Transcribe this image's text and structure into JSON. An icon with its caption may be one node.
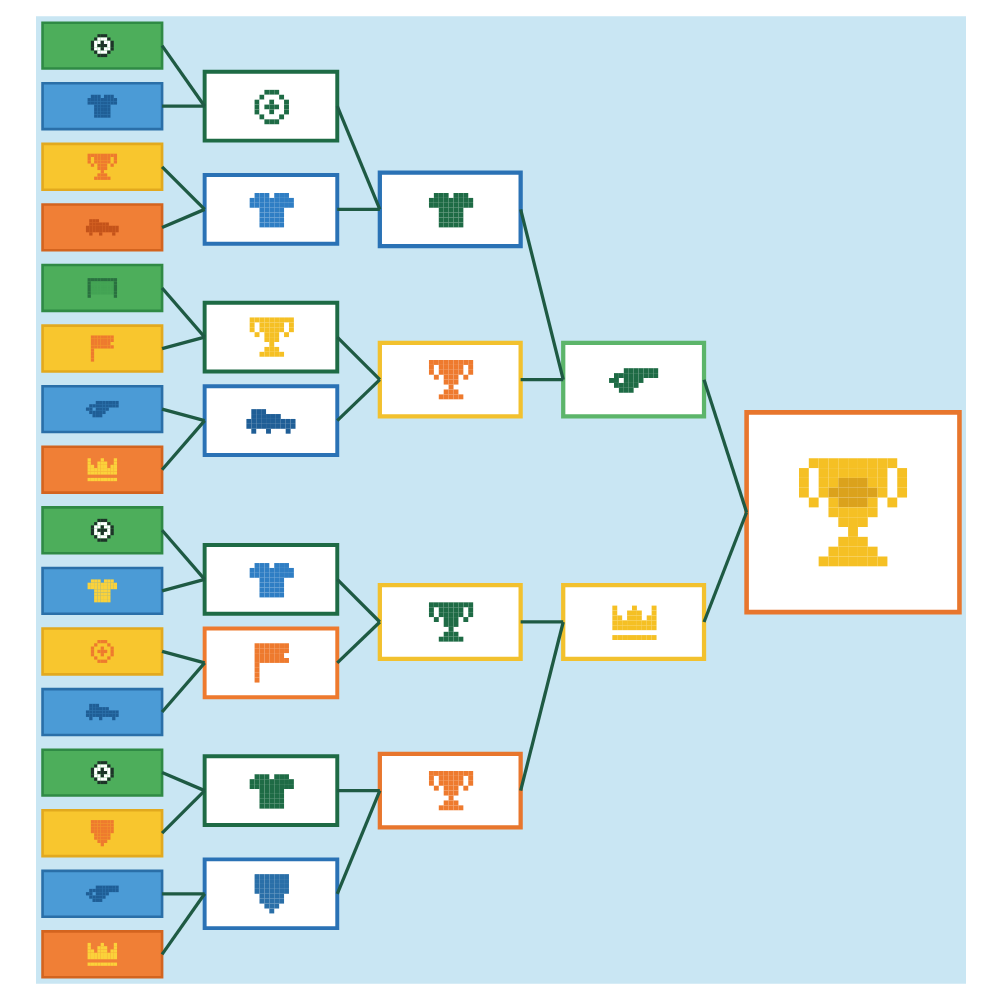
{
  "diagram": {
    "nodes": [
      {
        "text": [],
        "shape": "box"
      },
      {
        "text": [],
        "shape": "box"
      },
      {
        "text": [],
        "shape": "box"
      },
      {
        "text": [],
        "shape": "box"
      },
      {
        "text": [],
        "shape": "box"
      },
      {
        "text": [],
        "shape": "box"
      },
      {
        "text": [],
        "shape": "box"
      },
      {
        "text": [],
        "shape": "box"
      },
      {
        "text": [],
        "shape": "box"
      },
      {
        "text": [],
        "shape": "box"
      },
      {
        "text": [],
        "shape": "box"
      },
      {
        "text": [],
        "shape": "box"
      },
      {
        "text": [],
        "shape": "box"
      },
      {
        "text": [],
        "shape": "box"
      },
      {
        "text": [],
        "shape": "box"
      },
      {
        "text": [],
        "shape": "box"
      },
      {
        "text": [],
        "shape": "box"
      },
      {
        "text": [],
        "shape": "box"
      },
      {
        "text": [],
        "shape": "box"
      },
      {
        "text": [],
        "shape": "box"
      },
      {
        "text": [],
        "shape": "box"
      },
      {
        "text": [],
        "shape": "box"
      },
      {
        "text": [],
        "shape": "box"
      },
      {
        "text": [],
        "shape": "box"
      },
      {
        "text": [],
        "shape": "box"
      },
      {
        "text": [],
        "shape": "box"
      },
      {
        "text": [],
        "shape": "box"
      },
      {
        "text": [],
        "shape": "box"
      },
      {
        "text": [],
        "shape": "box"
      },
      {
        "text": [],
        "shape": "box"
      },
      {
        "text": [],
        "shape": "box"
      }
    ],
    "edges": [
      {
        "from": 0,
        "to": 16,
        "arrow": "none"
      },
      {
        "from": 1,
        "to": 16,
        "arrow": "none"
      },
      {
        "from": 2,
        "to": 17,
        "arrow": "none"
      },
      {
        "from": 3,
        "to": 17,
        "arrow": "none"
      },
      {
        "from": 4,
        "to": 18,
        "arrow": "none"
      },
      {
        "from": 5,
        "to": 18,
        "arrow": "none"
      },
      {
        "from": 6,
        "to": 19,
        "arrow": "none"
      },
      {
        "from": 7,
        "to": 19,
        "arrow": "none"
      },
      {
        "from": 8,
        "to": 20,
        "arrow": "none"
      },
      {
        "from": 9,
        "to": 20,
        "arrow": "none"
      },
      {
        "from": 10,
        "to": 21,
        "arrow": "none"
      },
      {
        "from": 11,
        "to": 21,
        "arrow": "none"
      },
      {
        "from": 12,
        "to": 22,
        "arrow": "none"
      },
      {
        "from": 13,
        "to": 22,
        "arrow": "none"
      },
      {
        "from": 14,
        "to": 23,
        "arrow": "none"
      },
      {
        "from": 15,
        "to": 23,
        "arrow": "none"
      },
      {
        "from": 16,
        "to": 24,
        "arrow": "none"
      },
      {
        "from": 17,
        "to": 24,
        "arrow": "none"
      },
      {
        "from": 18,
        "to": 25,
        "arrow": "none"
      },
      {
        "from": 19,
        "to": 25,
        "arrow": "none"
      },
      {
        "from": 20,
        "to": 26,
        "arrow": "none"
      },
      {
        "from": 21,
        "to": 26,
        "arrow": "none"
      },
      {
        "from": 22,
        "to": 27,
        "arrow": "none"
      },
      {
        "from": 23,
        "to": 27,
        "arrow": "none"
      },
      {
        "from": 24,
        "to": 28,
        "arrow": "none"
      },
      {
        "from": 25,
        "to": 28,
        "arrow": "none"
      },
      {
        "from": 26,
        "to": 29,
        "arrow": "none"
      },
      {
        "from": 27,
        "to": 29,
        "arrow": "none"
      },
      {
        "from": 28,
        "to": 30,
        "arrow": "none"
      },
      {
        "from": 29,
        "to": 30,
        "arrow": "none"
      }
    ]
  }
}
